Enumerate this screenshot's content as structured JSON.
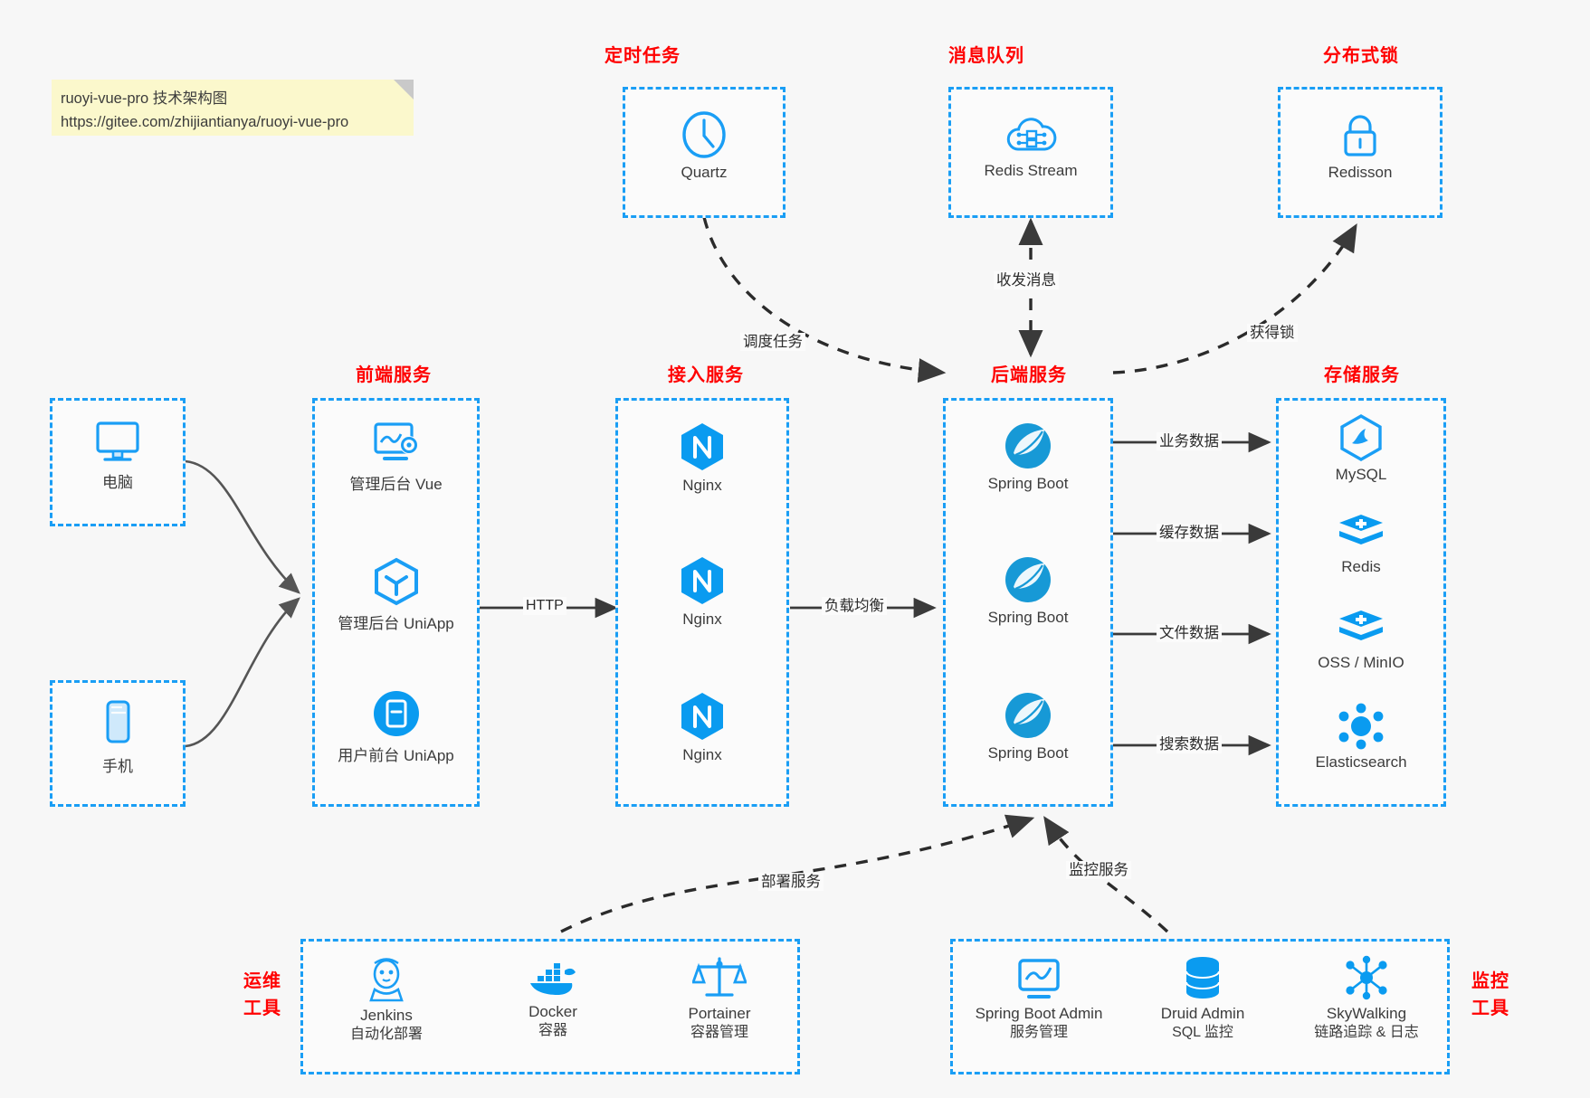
{
  "note": {
    "line1": "ruoyi-vue-pro 技术架构图",
    "line2": "https://gitee.com/zhijiantianya/ruoyi-vue-pro"
  },
  "colors": {
    "accent_blue": "#1a9ef5",
    "caption_red": "#ff0000",
    "background": "#f7f7f7",
    "box_fill": "#fbfbfb",
    "note_yellow": "#fbf8cc",
    "arrow_dark": "#3a3a3a"
  },
  "sections": {
    "scheduler": {
      "caption": "定时任务",
      "items": [
        {
          "label": "Quartz",
          "icon": "clock-icon"
        }
      ]
    },
    "mq": {
      "caption": "消息队列",
      "items": [
        {
          "label": "Redis Stream",
          "icon": "cloud-stream-icon"
        }
      ]
    },
    "lock": {
      "caption": "分布式锁",
      "items": [
        {
          "label": "Redisson",
          "icon": "padlock-icon"
        }
      ]
    },
    "clients": {
      "items": [
        {
          "label": "电脑",
          "icon": "desktop-monitor-icon"
        },
        {
          "label": "手机",
          "icon": "mobile-phone-icon"
        }
      ]
    },
    "frontend": {
      "caption": "前端服务",
      "items": [
        {
          "label": "管理后台 Vue",
          "icon": "dashboard-gear-icon"
        },
        {
          "label": "管理后台 UniApp",
          "icon": "uniapp-cube-icon"
        },
        {
          "label": "用户前台 UniApp",
          "icon": "mobile-app-icon"
        }
      ]
    },
    "gateway": {
      "caption": "接入服务",
      "items": [
        {
          "label": "Nginx",
          "icon": "nginx-icon"
        },
        {
          "label": "Nginx",
          "icon": "nginx-icon"
        },
        {
          "label": "Nginx",
          "icon": "nginx-icon"
        }
      ]
    },
    "backend": {
      "caption": "后端服务",
      "items": [
        {
          "label": "Spring Boot",
          "icon": "spring-boot-icon"
        },
        {
          "label": "Spring Boot",
          "icon": "spring-boot-icon"
        },
        {
          "label": "Spring Boot",
          "icon": "spring-boot-icon"
        }
      ]
    },
    "storage": {
      "caption": "存储服务",
      "items": [
        {
          "label": "MySQL",
          "icon": "mysql-icon"
        },
        {
          "label": "Redis",
          "icon": "redis-icon"
        },
        {
          "label": "OSS / MinIO",
          "icon": "object-storage-icon"
        },
        {
          "label": "Elasticsearch",
          "icon": "elasticsearch-icon"
        }
      ]
    },
    "devops": {
      "caption_line1": "运维",
      "caption_line2": "工具",
      "items": [
        {
          "label": "Jenkins",
          "sub": "自动化部署",
          "icon": "jenkins-icon"
        },
        {
          "label": "Docker",
          "sub": "容器",
          "icon": "docker-icon"
        },
        {
          "label": "Portainer",
          "sub": "容器管理",
          "icon": "portainer-scale-icon"
        }
      ]
    },
    "monitoring": {
      "caption_line1": "监控",
      "caption_line2": "工具",
      "items": [
        {
          "label": "Spring Boot Admin",
          "sub": "服务管理",
          "icon": "admin-dashboard-icon"
        },
        {
          "label": "Druid Admin",
          "sub": "SQL 监控",
          "icon": "database-stack-icon"
        },
        {
          "label": "SkyWalking",
          "sub": "链路追踪 & 日志",
          "icon": "skywalking-icon"
        }
      ]
    }
  },
  "edges": {
    "schedule_task": "调度任务",
    "send_receive": "收发消息",
    "acquire_lock": "获得锁",
    "http": "HTTP",
    "load_balance": "负载均衡",
    "business_data": "业务数据",
    "cache_data": "缓存数据",
    "file_data": "文件数据",
    "search_data": "搜索数据",
    "deploy_service": "部署服务",
    "monitor_service": "监控服务"
  }
}
